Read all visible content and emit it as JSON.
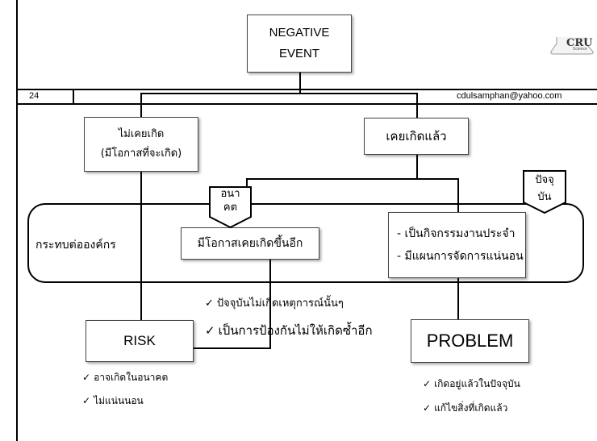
{
  "negative_event": {
    "line1": "NEGATIVE",
    "line2": "EVENT"
  },
  "logo": {
    "text": "CRU",
    "subtext": "Science"
  },
  "header": {
    "page_number": "24",
    "email": "cdulsamphan@yahoo.com"
  },
  "never_happened": {
    "line1": "ไม่เคยเกิด",
    "line2": "(มีโอกาสที่จะเกิด)"
  },
  "happened": {
    "label": "เคยเกิดแล้ว"
  },
  "future_tag": {
    "line1": "อนา",
    "line2": "คต"
  },
  "present_tag": {
    "line1": "ปัจจุ",
    "line2": "บัน"
  },
  "impact": {
    "label": "กระทบต่อองค์กร"
  },
  "recur_chance": {
    "label": "มีโอกาสเคยเกิดขึ้นอีก"
  },
  "routine": {
    "line1": "- เป็นกิจกรรมงานประจำ",
    "line2": "- มีแผนการจัดการแน่นอน"
  },
  "middle_notes": [
    "ปัจจุบันไม่เกิดเหตุการณ์นั้นๆ",
    "เป็นการป้องกันไม่ให้เกิดซ้ำอีก"
  ],
  "risk": {
    "label": "RISK",
    "notes": [
      "อาจเกิดในอนาคต",
      "ไม่แน่นนอน"
    ]
  },
  "problem": {
    "label": "PROBLEM",
    "notes": [
      "เกิดอยู่แล้วในปัจจุบัน",
      "แก้ไขสิ่งที่เกิดแล้ว"
    ]
  },
  "check_mark": "✓"
}
